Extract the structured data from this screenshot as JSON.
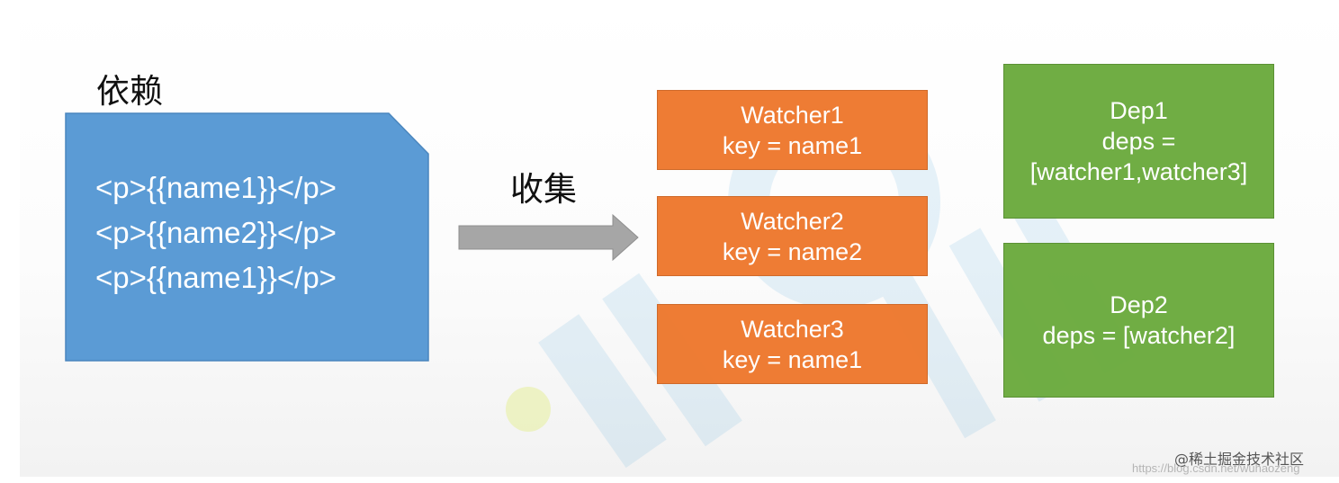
{
  "labels": {
    "dependency": "依赖",
    "collect": "收集"
  },
  "template_lines": [
    "<p>{{name1}}</p>",
    "<p>{{name2}}</p>",
    "<p>{{name1}}</p>"
  ],
  "watchers": [
    {
      "title": "Watcher1",
      "key": "key = name1"
    },
    {
      "title": "Watcher2",
      "key": "key = name2"
    },
    {
      "title": "Watcher3",
      "key": "key = name1"
    }
  ],
  "deps": [
    {
      "lines": [
        "Dep1",
        "deps =",
        "[watcher1,watcher3]"
      ]
    },
    {
      "lines": [
        "Dep2",
        "deps = [watcher2]"
      ]
    }
  ],
  "credit": {
    "site": "@稀土掘金技术社区",
    "url": "https://blog.csdn.net/wuhaozeng"
  },
  "colors": {
    "template_box": "#5b9bd5",
    "watcher_box": "#ed7d31",
    "dep_box": "#70ad47",
    "arrow": "#a6a6a6"
  }
}
